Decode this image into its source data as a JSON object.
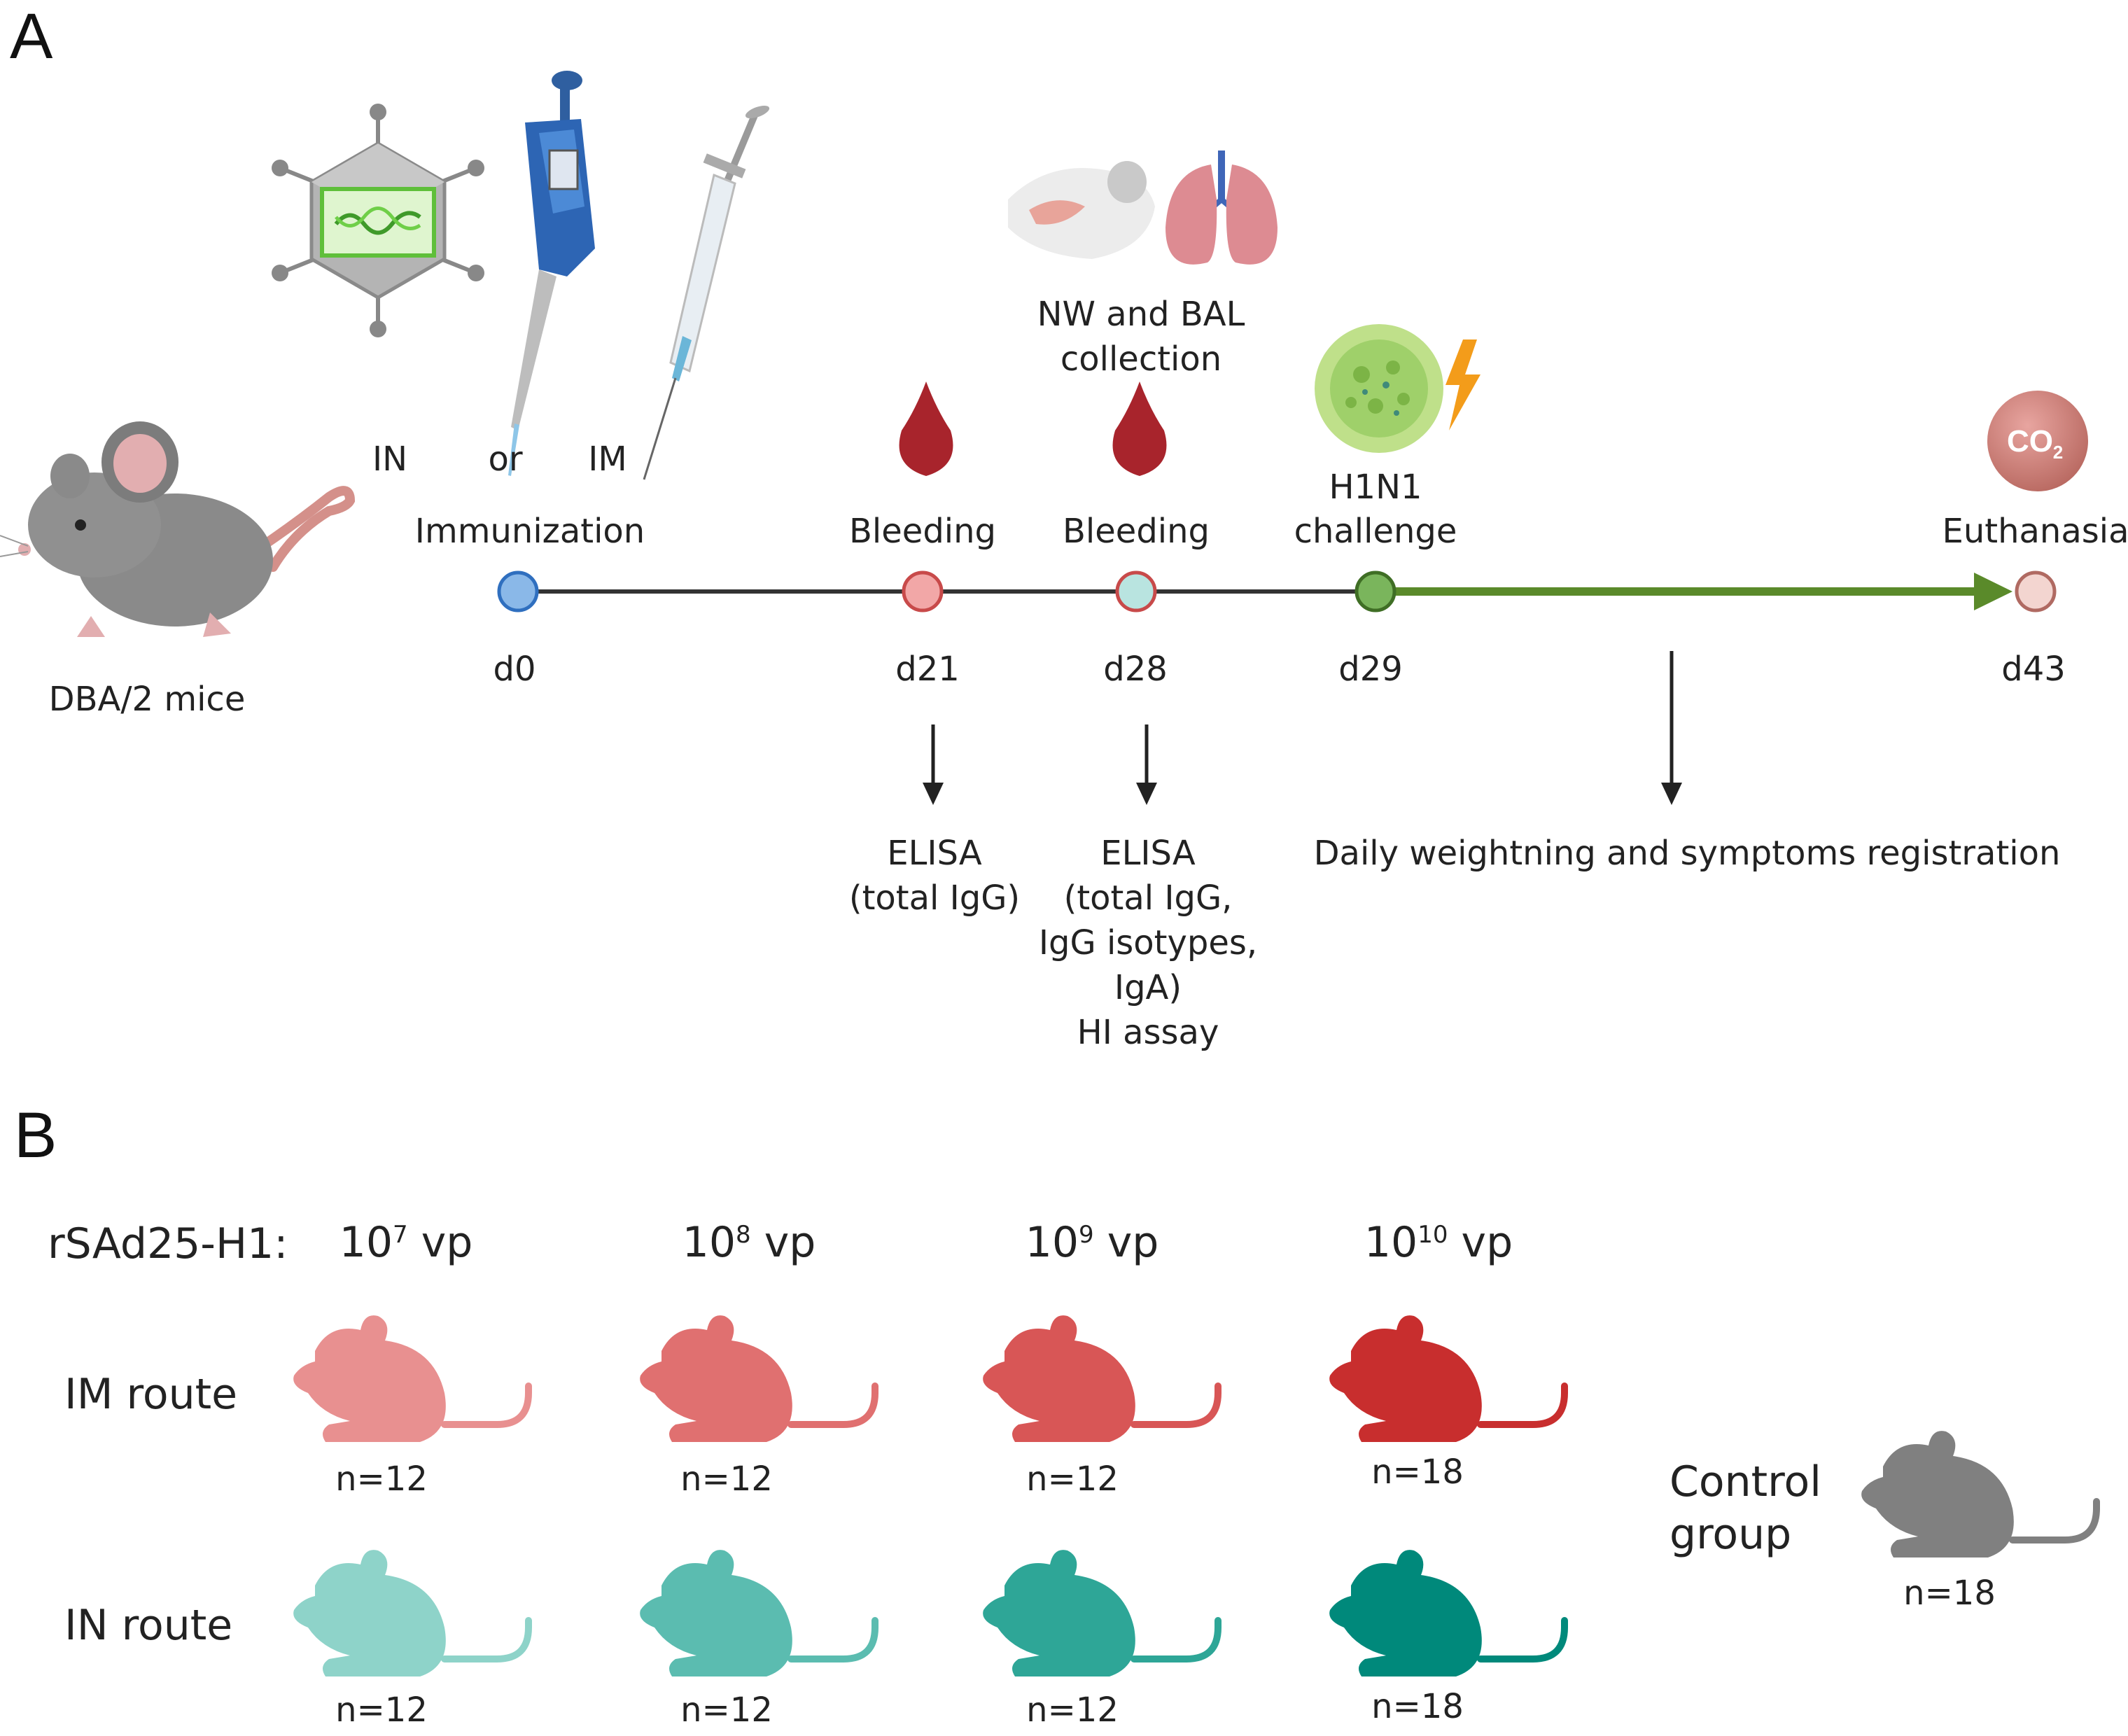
{
  "panel_a": {
    "letter": "A",
    "subject_label": "DBA/2 mice",
    "routes": {
      "in": "IN",
      "or": "or",
      "im": "IM"
    },
    "collection_label_line1": "NW and BAL",
    "collection_label_line2": "collection",
    "co2_label": "CO",
    "co2_sub": "2",
    "events": [
      {
        "label": "Immunization",
        "day": "d0",
        "color": "#8ab8e8"
      },
      {
        "label": "Bleeding",
        "day": "d21",
        "color": "#f2a7a7"
      },
      {
        "label": "Bleeding",
        "day": "d28",
        "color": "#b9e4e0"
      },
      {
        "label_line1": "H1N1",
        "label_line2": "challenge",
        "day": "d29",
        "color": "#7ab55c"
      },
      {
        "label": "Euthanasia",
        "day": "d43",
        "color": "#f3d5d0"
      }
    ],
    "assays": {
      "d21_line1": "ELISA",
      "d21_line2": "(total IgG)",
      "d28_line1": "ELISA",
      "d28_line2": "(total IgG,",
      "d28_line3": "IgG isotypes,",
      "d28_line4": "IgA)",
      "d28_line5": "HI assay",
      "daily": "Daily weightning and symptoms registration"
    },
    "colors": {
      "timeline": "#333333",
      "arrow_green": "#5a8a2a",
      "blood": "#a8242c"
    }
  },
  "panel_b": {
    "letter": "B",
    "vaccine_label": "rSAd25-H1:",
    "doses": [
      {
        "base": "10",
        "exp": "7",
        "unit": "vp"
      },
      {
        "base": "10",
        "exp": "8",
        "unit": "vp"
      },
      {
        "base": "10",
        "exp": "9",
        "unit": "vp"
      },
      {
        "base": "10",
        "exp": "10",
        "unit": "vp"
      }
    ],
    "im_route_label": "IM route",
    "in_route_label": "IN route",
    "im_groups": [
      {
        "n": "n=12",
        "color": "#e89090"
      },
      {
        "n": "n=12",
        "color": "#e07070"
      },
      {
        "n": "n=12",
        "color": "#d85656"
      },
      {
        "n": "n=18",
        "color": "#c82e2e"
      }
    ],
    "in_groups": [
      {
        "n": "n=12",
        "color": "#8ed3c9"
      },
      {
        "n": "n=12",
        "color": "#5bbcb0"
      },
      {
        "n": "n=12",
        "color": "#2ea697"
      },
      {
        "n": "n=18",
        "color": "#00897b"
      }
    ],
    "control_label_line1": "Control",
    "control_label_line2": "group",
    "control_group": {
      "n": "n=18",
      "color": "#808080"
    }
  }
}
